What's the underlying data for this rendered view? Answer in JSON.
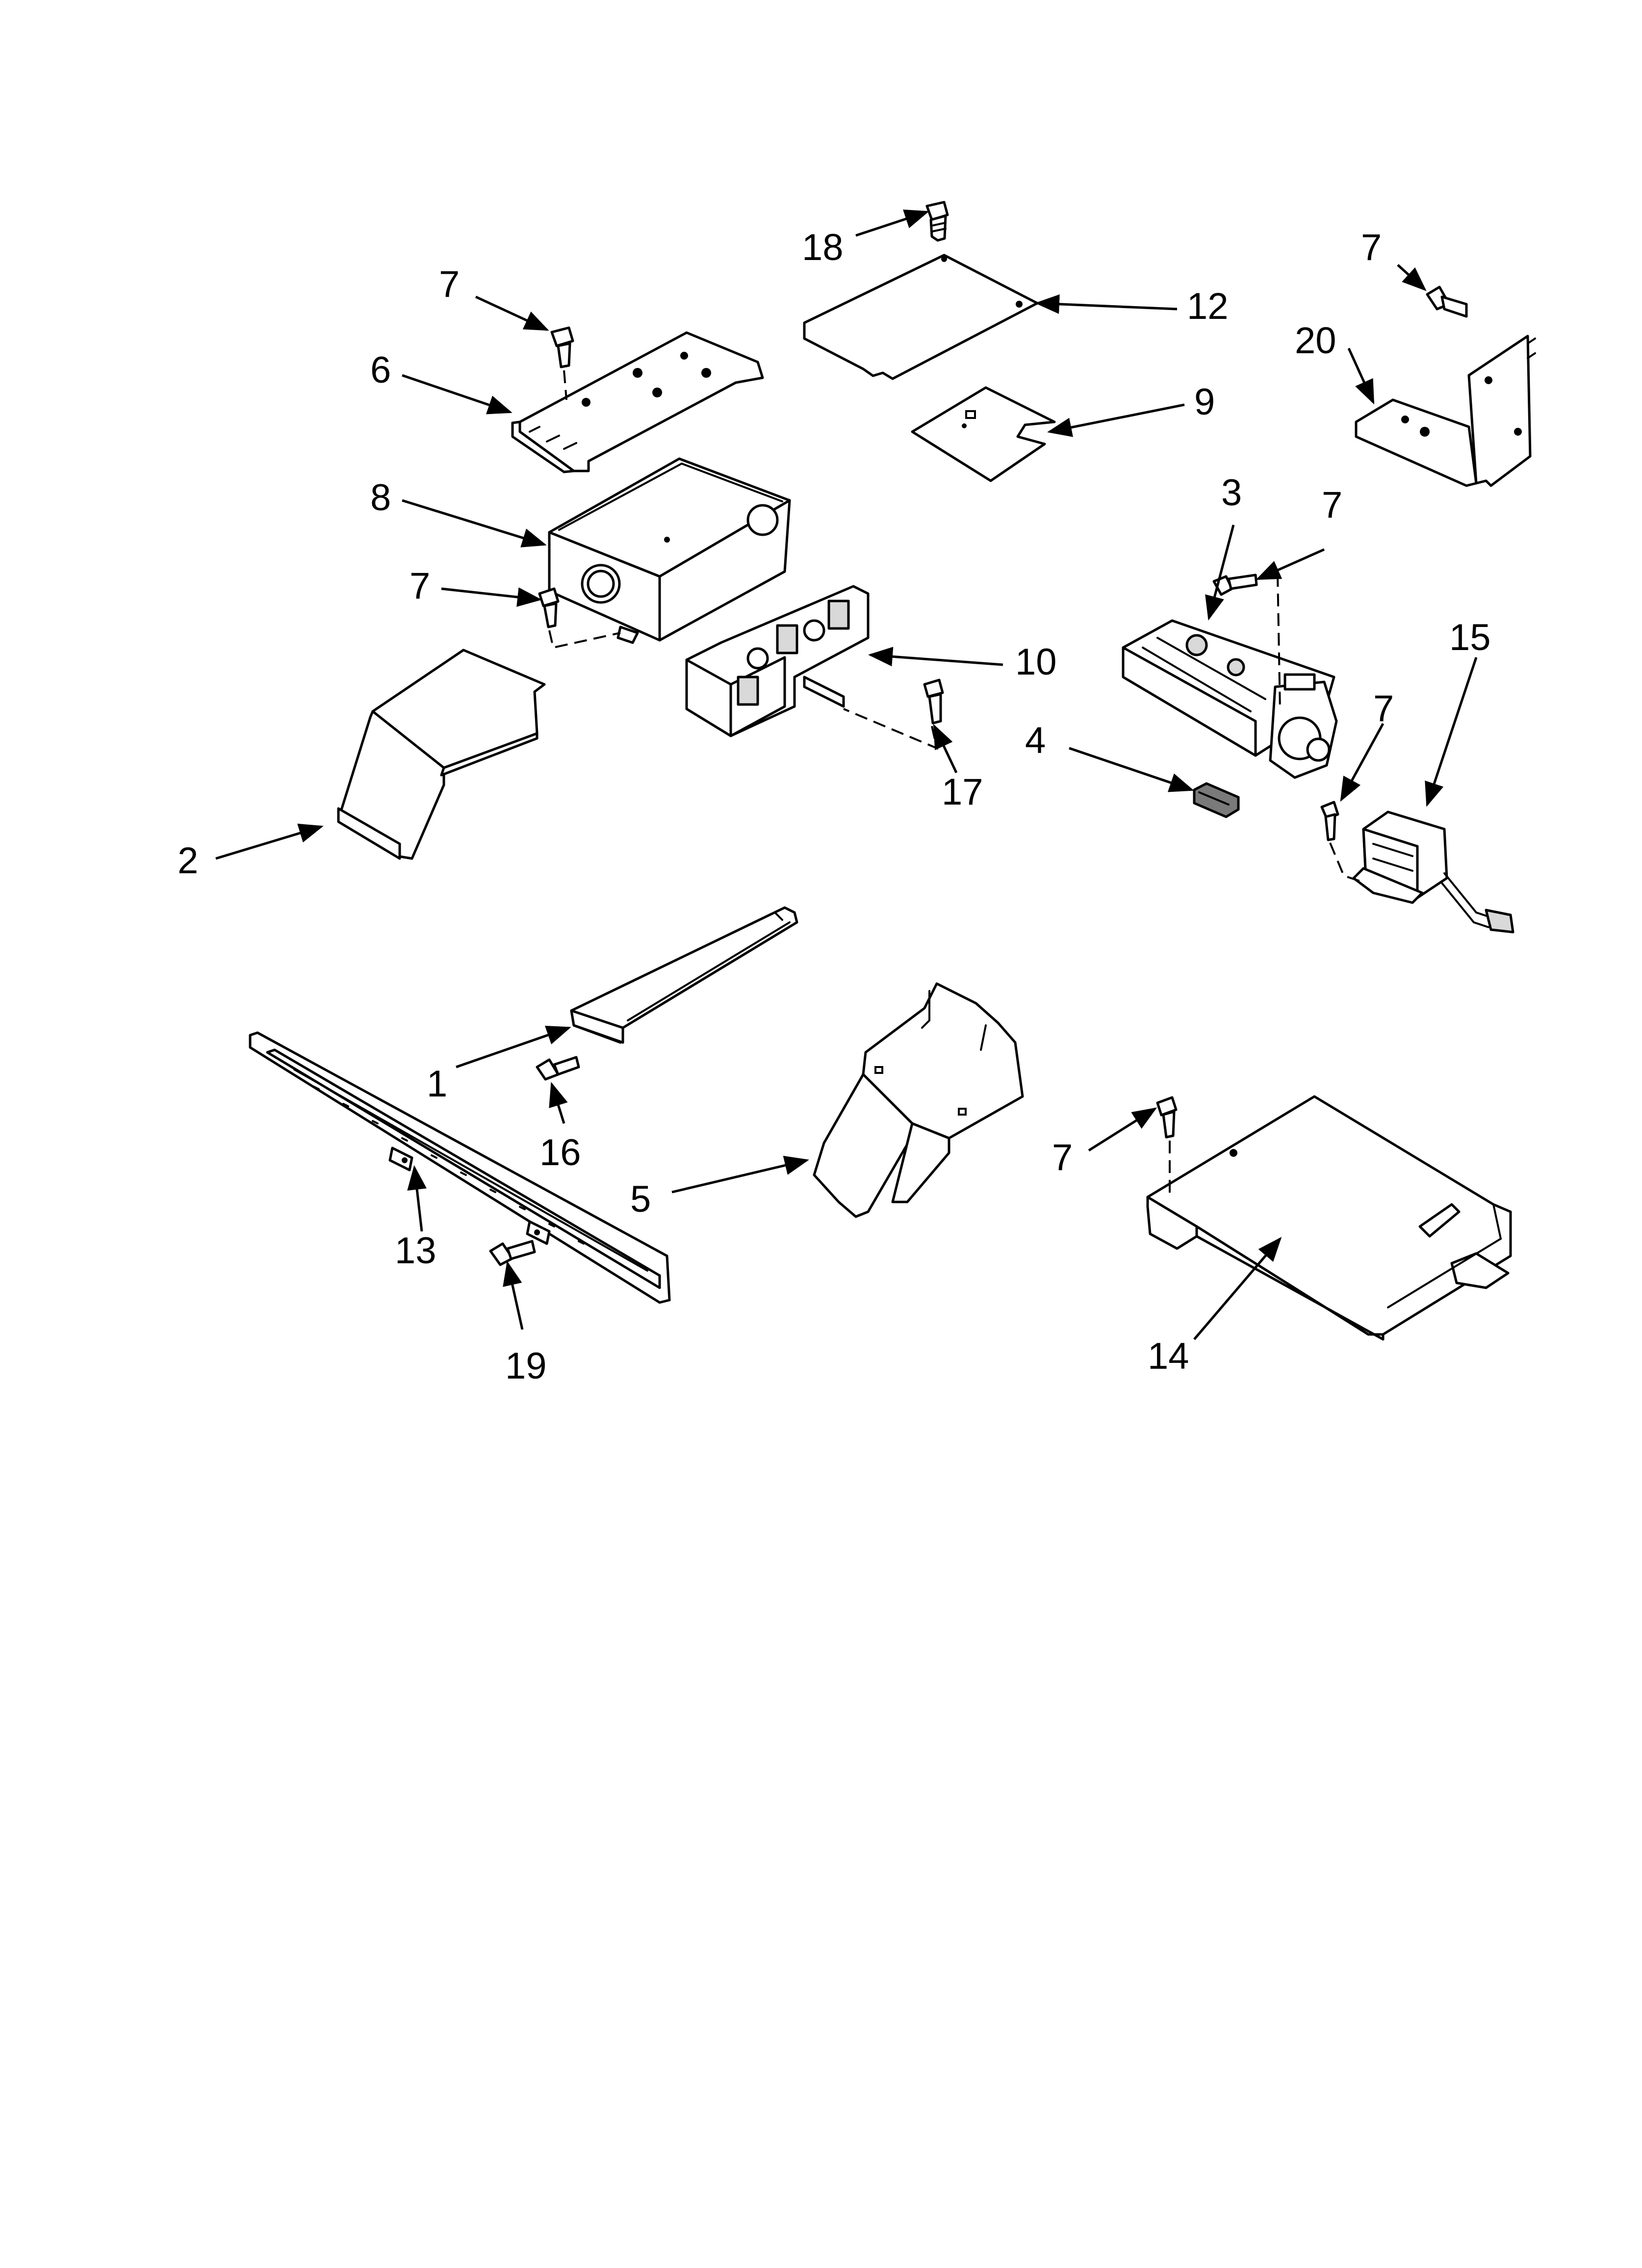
{
  "callouts": {
    "c1": "1",
    "c2": "2",
    "c3": "3",
    "c4": "4",
    "c5": "5",
    "c6": "6",
    "c7a": "7",
    "c7b": "7",
    "c7c": "7",
    "c7d": "7",
    "c7e": "7",
    "c7f": "7",
    "c8": "8",
    "c9": "9",
    "c10": "10",
    "c12": "12",
    "c13": "13",
    "c14": "14",
    "c15": "15",
    "c16": "16",
    "c17": "17",
    "c18": "18",
    "c19": "19",
    "c20": "20"
  }
}
